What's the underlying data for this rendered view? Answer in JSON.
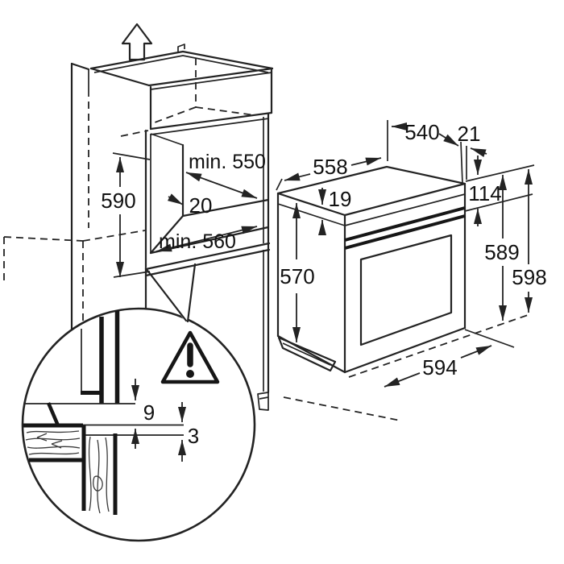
{
  "diagram": {
    "kind": "built-in oven installation drawing",
    "background": "#ffffff"
  },
  "colors": {
    "line": "#232323",
    "text": "#111111",
    "section_fill": "#161616"
  },
  "cabinet": {
    "icon": "up-arrow",
    "dims": {
      "niche_height": "590",
      "niche_depth": "min. 550",
      "rear_clearance": "20",
      "niche_width": "min. 560"
    }
  },
  "oven": {
    "dims": {
      "body_width": "558",
      "body_depth": "540",
      "door_overhang": "21",
      "top_frame_height": "19",
      "control_panel_height": "114",
      "height_to_frame": "589",
      "total_height": "598",
      "side_height": "570",
      "front_width": "594"
    }
  },
  "detail_circle": {
    "icon": "warning-triangle",
    "warning_glyph": "!",
    "dims": {
      "upper_gap": "9",
      "lower_gap": "3"
    }
  }
}
